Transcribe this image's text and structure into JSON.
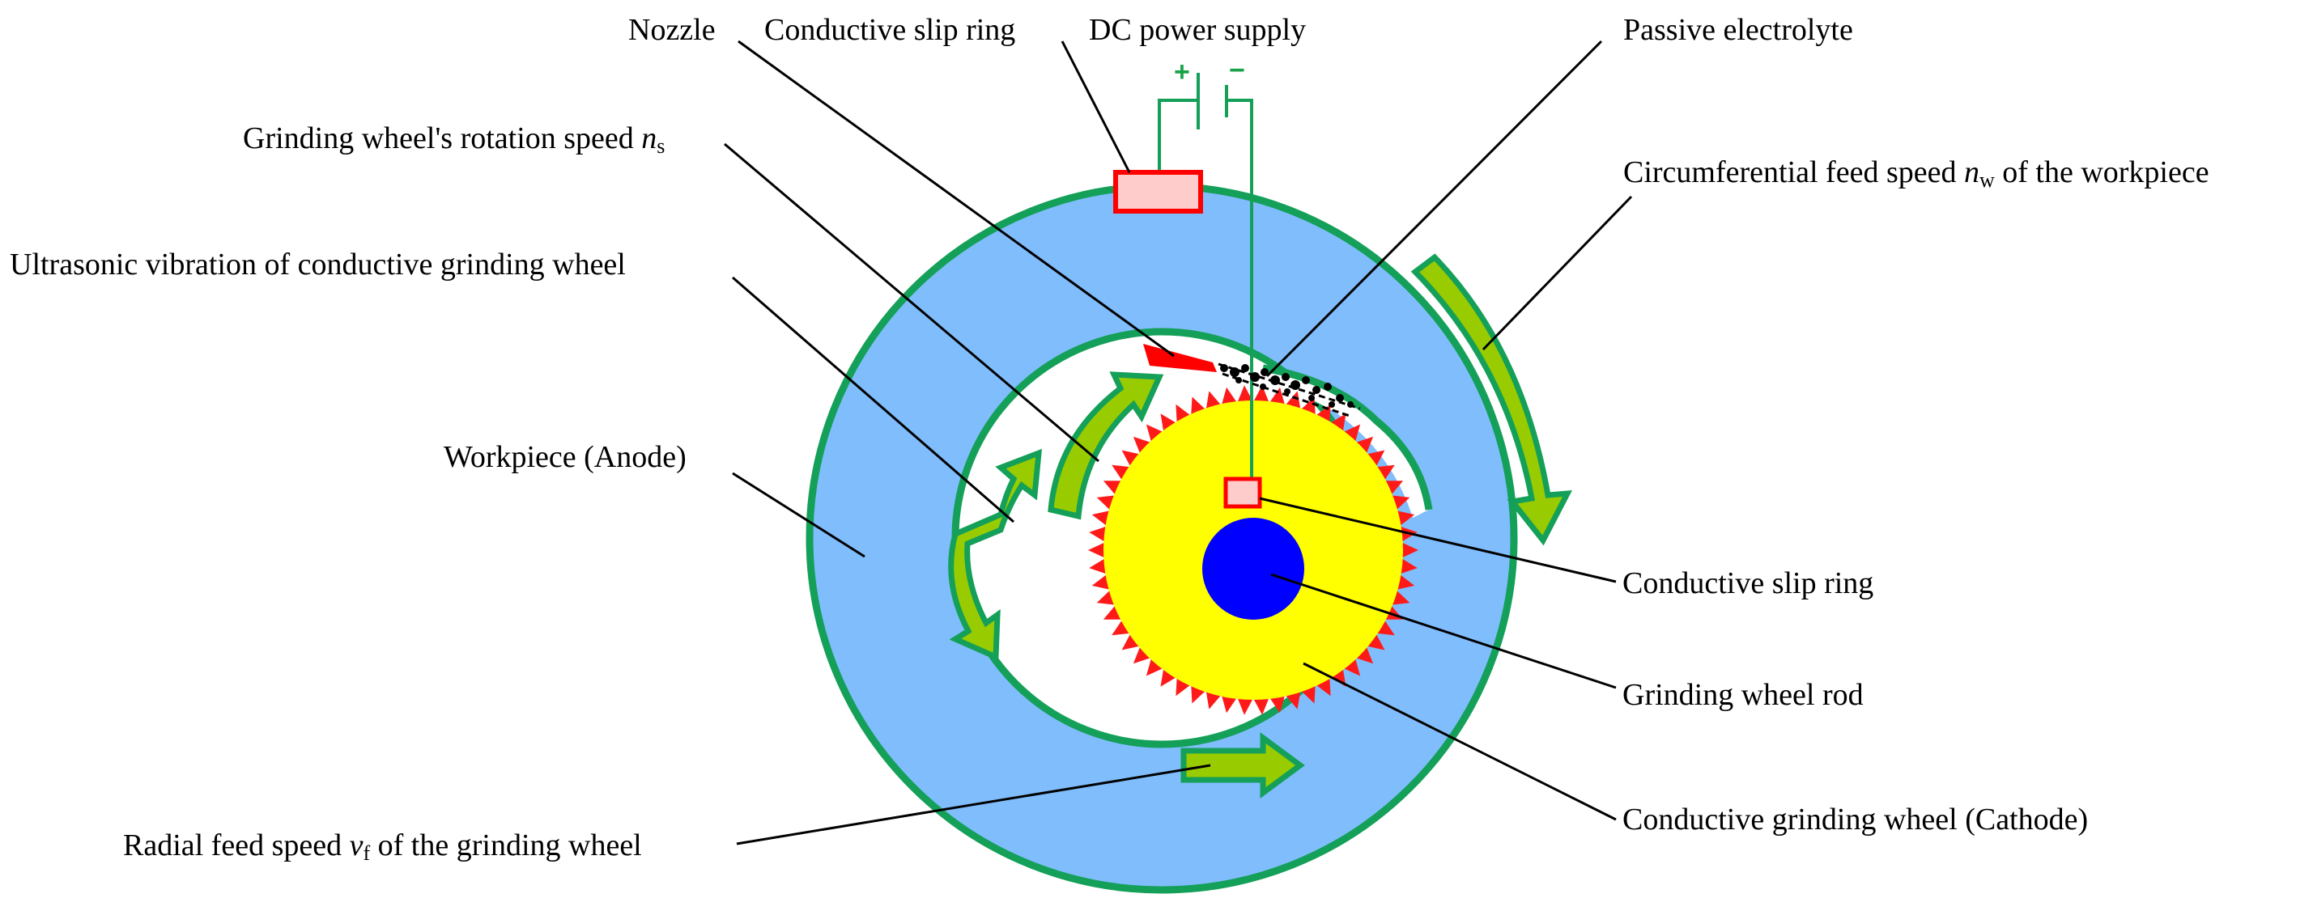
{
  "labels": {
    "nozzle": "Nozzle",
    "slip_ring_top": "Conductive slip ring",
    "dc_power": "DC power supply",
    "passive_electrolyte": "Passive electrolyte",
    "rotation_speed_pre": "Grinding wheel's rotation speed ",
    "rotation_speed_sym": "n",
    "rotation_speed_sub": "s",
    "circ_feed_pre": "Circumferential feed speed ",
    "circ_feed_sym": "n",
    "circ_feed_sub": "w",
    "circ_feed_post": " of the workpiece",
    "ultrasonic": "Ultrasonic vibration of conductive grinding wheel",
    "workpiece": "Workpiece (Anode)",
    "slip_ring_right": "Conductive slip ring",
    "wheel_rod": "Grinding wheel rod",
    "grinding_wheel": "Conductive grinding wheel (Cathode)",
    "radial_feed_pre": "Radial feed speed ",
    "radial_feed_sym": "v",
    "radial_feed_sub": "f",
    "radial_feed_post": " of the grinding wheel",
    "plus": "+",
    "minus": "−"
  },
  "colors": {
    "workpiece_fill": "#80bdfd",
    "ring_stroke": "#14a058",
    "wheel_fill": "#ffff00",
    "wheel_teeth": "#ff1a1a",
    "rod_fill": "#0000ff",
    "slip_ring_fill": "#ffcccc",
    "slip_ring_stroke": "#ff0000",
    "arrow_fill": "#99cc00",
    "arrow_stroke": "#14a058",
    "wire": "#14a058",
    "nozzle": "#ff0000"
  }
}
